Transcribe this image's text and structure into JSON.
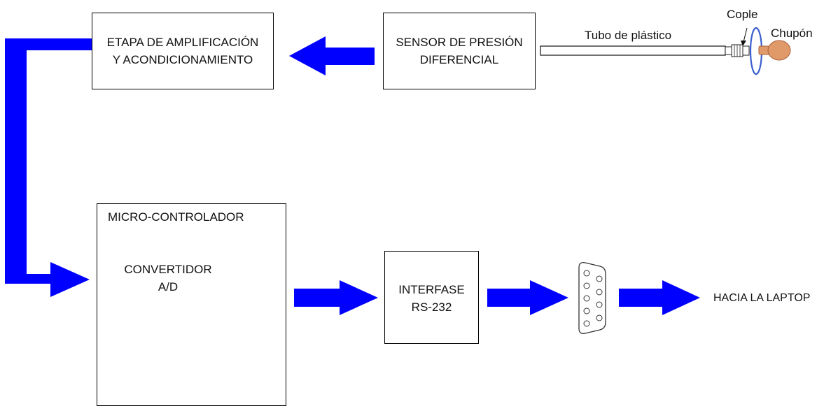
{
  "blocks": {
    "amplification": {
      "line1": "ETAPA DE AMPLIFICACIÓN",
      "line2": "Y ACONDICIONAMIENTO"
    },
    "sensor": {
      "line1": "SENSOR DE PRESIÓN",
      "line2": "DIFERENCIAL"
    },
    "microcontroller": {
      "title": "MICRO-CONTROLADOR"
    },
    "converter": {
      "line1": "CONVERTIDOR",
      "line2": "A/D"
    },
    "interface": {
      "line1": "INTERFASE",
      "line2": "RS-232"
    }
  },
  "labels": {
    "tube": "Tubo de plástico",
    "coupler": "Cople",
    "pacifier": "Chupón",
    "destination": "HACIA LA LAPTOP"
  },
  "colors": {
    "arrow": "#0000ff",
    "ring": "#3a5fcd",
    "pacifier_fill": "#e09a6a",
    "pacifier_stroke": "#a8603a"
  },
  "icons": {
    "connector": "db9-connector-icon",
    "coupler": "coupler-icon",
    "pacifier": "pacifier-icon"
  }
}
